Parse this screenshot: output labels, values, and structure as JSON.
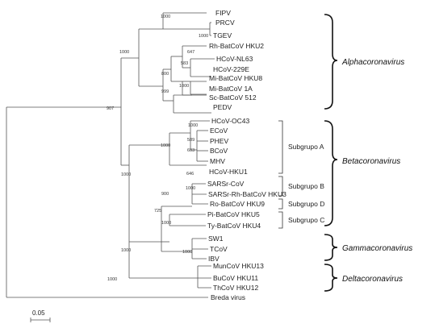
{
  "leaves": [
    "FIPV",
    "PRCV",
    "TGEV",
    "Rh-BatCoV HKU2",
    "HCoV-NL63",
    "HCoV-229E",
    "Mi-BatCoV HKU8",
    "Mi-BatCoV 1A",
    "Sc-BatCoV 512",
    "PEDV",
    "HCoV-OC43",
    "ECoV",
    "PHEV",
    "BCoV",
    "MHV",
    "HCoV-HKU1",
    "SARSr-CoV",
    "SARSr-Rh-BatCoV HKU3",
    "Ro-BatCoV HKU9",
    "Pi-BatCoV HKU5",
    "Ty-BatCoV HKU4",
    "SW1",
    "TCoV",
    "IBV",
    "MunCoV HKU13",
    "BuCoV HKU11",
    "ThCoV HKU12",
    "Breda virus"
  ],
  "bootstrap": [
    "1000",
    "1000",
    "647",
    "583",
    "800",
    "1000",
    "999",
    "1000",
    "907",
    "1000",
    "589",
    "603",
    "1000",
    "646",
    "1000",
    "1000",
    "900",
    "725",
    "1000",
    "1000",
    "1000",
    "1000"
  ],
  "genera": [
    "Alphacoronavirus",
    "Betacoronavirus",
    "Gammacoronavirus",
    "Deltacoronavirus"
  ],
  "subgroups": [
    "Subgrupo A",
    "Subgrupo B",
    "Subgrupo D",
    "Subgrupo C"
  ],
  "scale_label": "0.05"
}
